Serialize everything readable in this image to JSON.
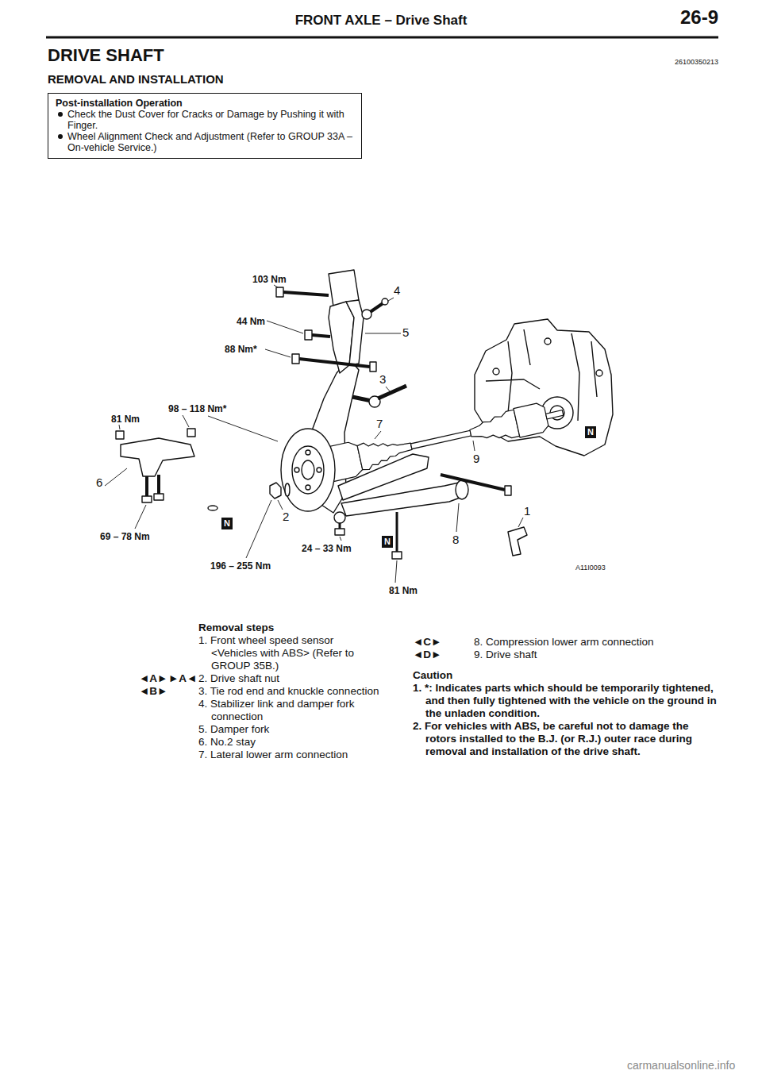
{
  "diagram": {
    "title": "DRIVE SHAFT",
    "nodes": [
      {
        "text": [
          "Post-installation Operation",
          "Check the Dust Cover for Cracks or Damage by Pushing it with Finger.",
          "Wheel Alignment Check and Adjustment (Refer to GROUP 33A – On-vehicle Service.)"
        ]
      }
    ],
    "labels": [
      "FRONT AXLE – Drive Shaft",
      "26-9",
      "26100350213",
      "REMOVAL AND INSTALLATION",
      "103 Nm",
      "4",
      "44 Nm",
      "5",
      "88 Nm*",
      "3",
      "98 – 118 Nm*",
      "81 Nm",
      "7",
      "N",
      "9",
      "6",
      "1",
      "N",
      "2",
      "8",
      "69 – 78 Nm",
      "N",
      "24 – 33 Nm",
      "196 – 255 Nm",
      "A11I0093",
      "81 Nm",
      "Removal steps",
      "1. Front wheel speed sensor <Vehicles with ABS> (Refer to GROUP 35B.)",
      "◄A►",
      "►A◄",
      "2. Drive shaft nut",
      "◄B►",
      "3. Tie rod end and knuckle connection",
      "4. Stabilizer link and damper fork connection",
      "5. Damper fork",
      "6. No.2 stay",
      "7. Lateral lower arm connection",
      "◄C►",
      "8. Compression lower arm connection",
      "◄D►",
      "9. Drive shaft",
      "Caution",
      "1. *: Indicates parts which should be temporarily tightened, and then fully tightened with the vehicle on the ground in the unladen condition.",
      "2. For vehicles with ABS, be careful not to damage the rotors installed to the B.J. (or R.J.) outer race during removal and installation of the drive shaft.",
      "carmanualsonline.info"
    ]
  }
}
